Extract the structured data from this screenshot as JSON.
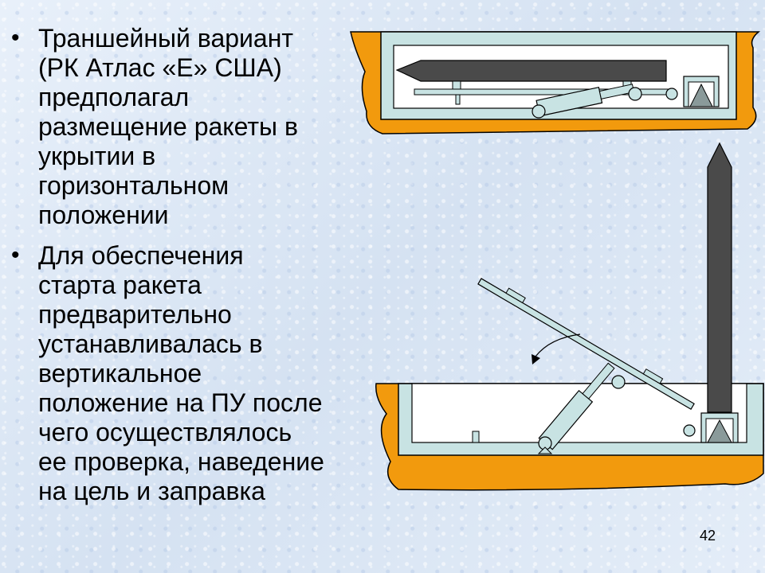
{
  "bullets": [
    "Траншейный вариант\n(РК Атлас «Е» США)\nпредполагал\nразмещение ракеты в\nукрытии в\nгоризонтальном\nположении",
    "Для обеспечения\nстарта ракета\nпредварительно\nустанавливалась в\nвертикальное\nположение на ПУ после\nчего осуществлялось\nее проверка, наведение\nна цель и заправка"
  ],
  "page_number": "42",
  "colors": {
    "earth": "#f29a0d",
    "shelter_wall": "#c8e3e3",
    "missile": "#4a4a4a",
    "outline": "#000000"
  },
  "icons": {
    "bullet": "bullet-dot-icon",
    "rotation_arrow": "curved-arrow-icon"
  }
}
